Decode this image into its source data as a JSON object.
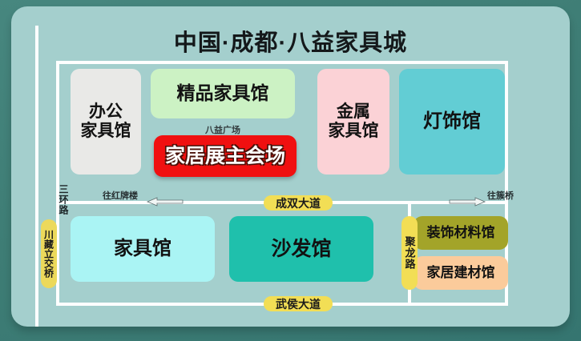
{
  "map": {
    "title": "中国·成都·八益家具城",
    "plaza_label": "八益广场",
    "colors": {
      "frame": "#3e7d75",
      "card_background": "#a4cfcd",
      "road": "#ffffff",
      "road_pill": "#f2de55",
      "main_venue": "#f01010"
    },
    "blocks": [
      {
        "name": "office-furniture-hall",
        "label": "办公\n家具馆",
        "color": "#e9e9e7"
      },
      {
        "name": "premium-furniture-hall",
        "label": "精品家具馆",
        "color": "#ccf2c4"
      },
      {
        "name": "metal-furniture-hall",
        "label": "金属\n家具馆",
        "color": "#fbd2d6"
      },
      {
        "name": "lighting-hall",
        "label": "灯饰馆",
        "color": "#62cdd4"
      },
      {
        "name": "main-exhibition-venue",
        "label": "家居展主会场",
        "color": "#f01010"
      },
      {
        "name": "furniture-hall",
        "label": "家具馆",
        "color": "#aaf4f4"
      },
      {
        "name": "sofa-hall",
        "label": "沙发馆",
        "color": "#1fc0ac"
      },
      {
        "name": "decoration-material-hall",
        "label": "装饰材料馆",
        "color": "#a3a429"
      },
      {
        "name": "home-building-material-hall",
        "label": "家居建材馆",
        "color": "#fbcb9b"
      }
    ],
    "roads": {
      "chengshuang_avenue": "成双大道",
      "wuhou_avenue": "武侯大道",
      "julong_road": "聚龙路",
      "third_ring_road": "三环路",
      "chuanzang_interchange": "川藏立交桥"
    },
    "directions": {
      "left": "往红牌楼",
      "right": "往簇桥"
    }
  }
}
